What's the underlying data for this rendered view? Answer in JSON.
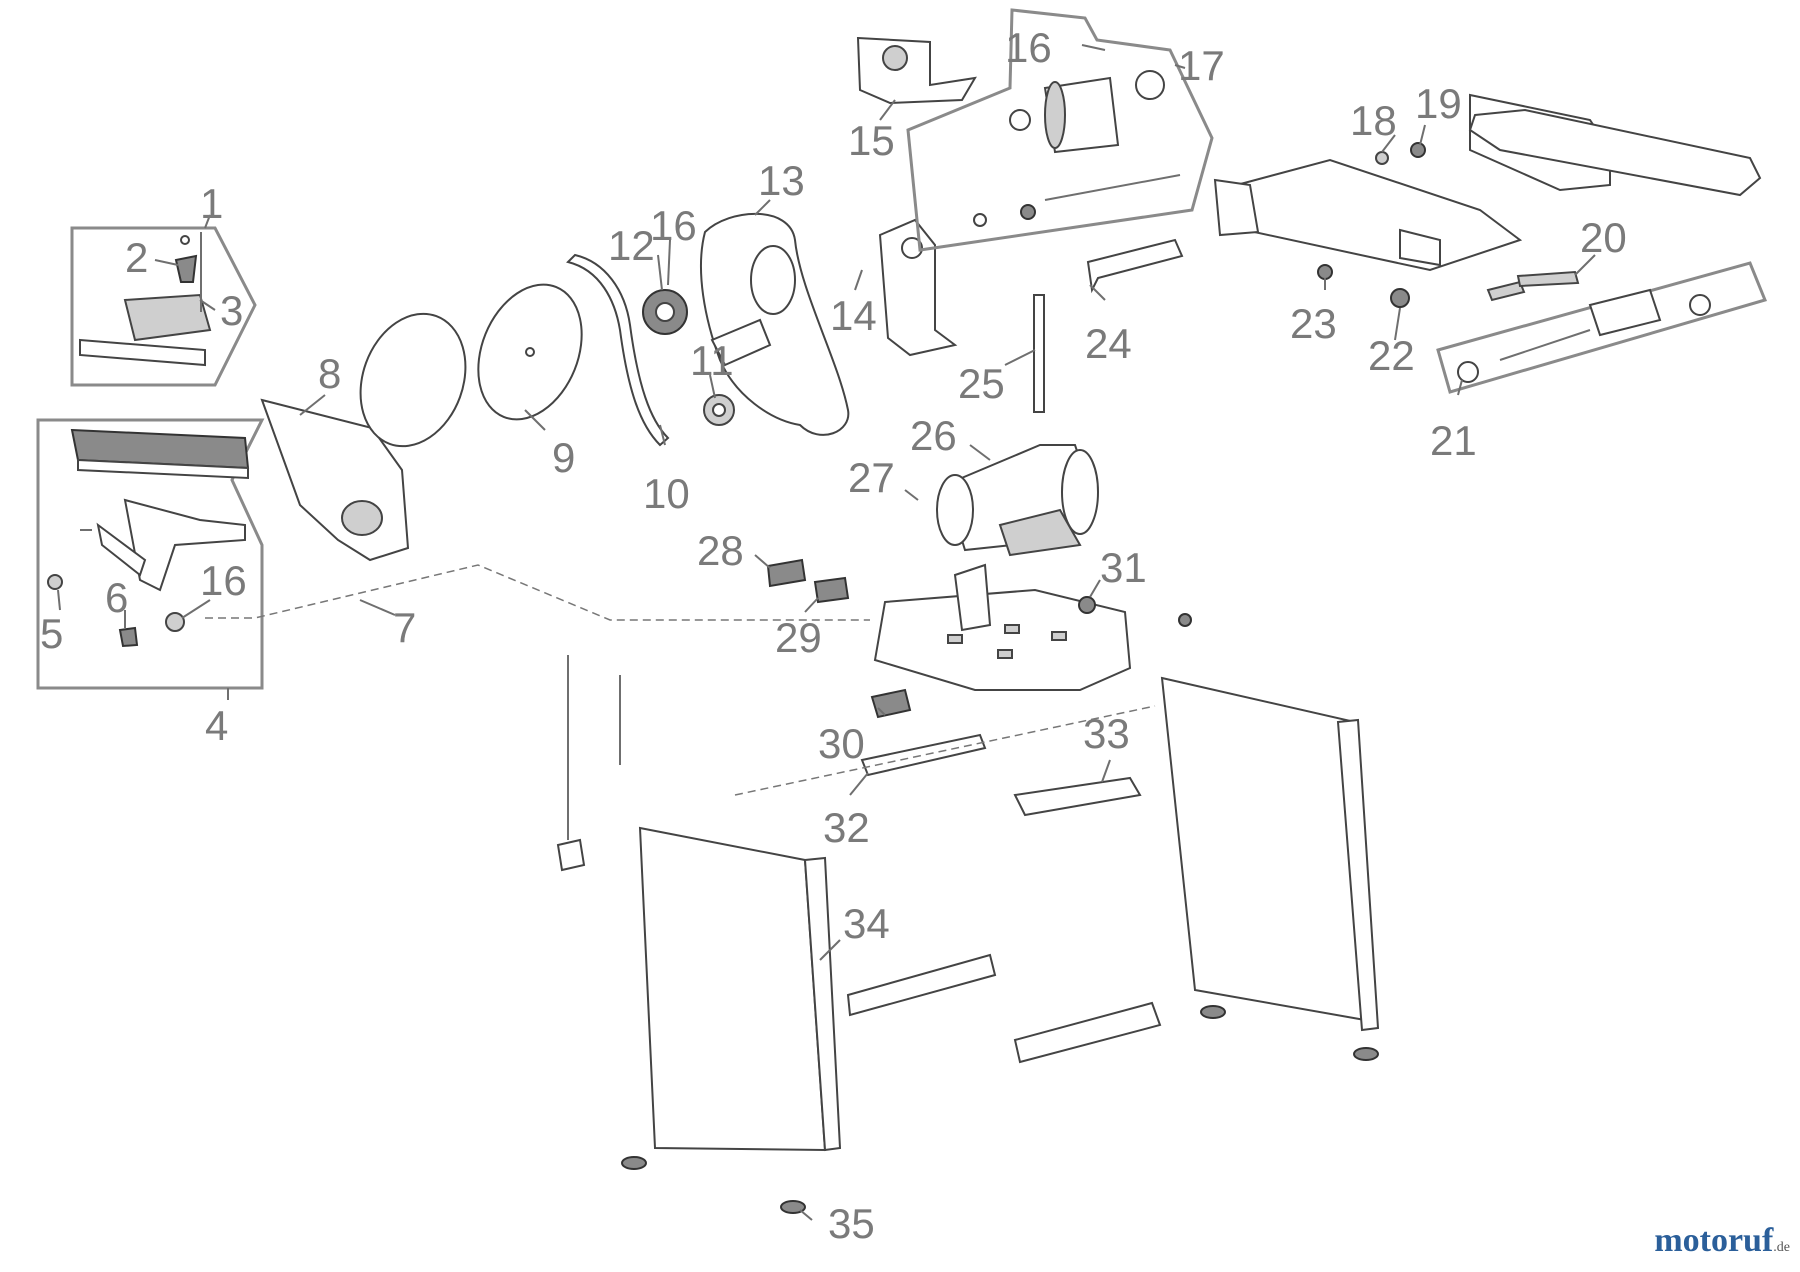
{
  "diagram": {
    "labels": {
      "p1": "1",
      "p2": "2",
      "p3": "3",
      "p4": "4",
      "p5": "5",
      "p6": "6",
      "p7": "7",
      "p8": "8",
      "p9": "9",
      "p10": "10",
      "p11": "11",
      "p12": "12",
      "p13": "13",
      "p14": "14",
      "p15": "15",
      "p16a": "16",
      "p16b": "16",
      "p16c": "16",
      "p17": "17",
      "p18": "18",
      "p19": "19",
      "p20": "20",
      "p21": "21",
      "p22": "22",
      "p23": "23",
      "p24": "24",
      "p25": "25",
      "p26": "26",
      "p27": "27",
      "p28": "28",
      "p29": "29",
      "p30": "30",
      "p31": "31",
      "p32": "32",
      "p33": "33",
      "p34": "34",
      "p35": "35"
    }
  },
  "watermark": {
    "brand": "motoruf",
    "tld": ".de"
  },
  "colors": {
    "label": "#7a7a7a",
    "line": "#444444",
    "brand": "#2b5f9a"
  }
}
